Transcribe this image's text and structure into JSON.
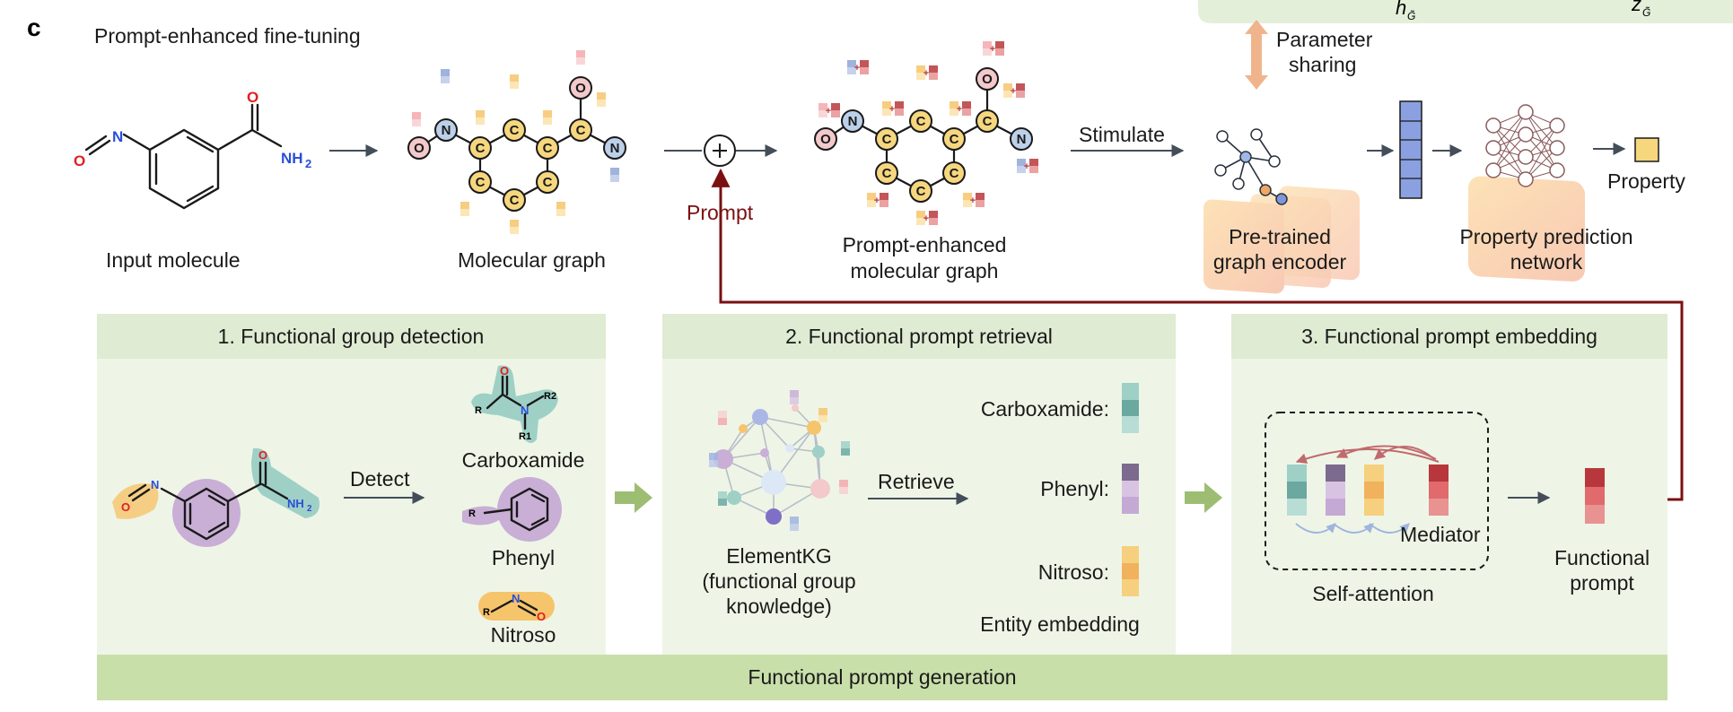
{
  "panel_letter": "c",
  "title": "Prompt-enhanced fine-tuning",
  "top": {
    "input_molecule_label": "Input molecule",
    "molecular_graph_label": "Molecular graph",
    "prompt_label": "Prompt",
    "prompt_enhanced_line1": "Prompt-enhanced",
    "prompt_enhanced_line2": "molecular graph",
    "stimulate_label": "Stimulate",
    "parameter_sharing_line1": "Parameter",
    "parameter_sharing_line2": "sharing",
    "encoder_line1": "Pre-trained",
    "encoder_line2": "graph encoder",
    "predictor_line1": "Property prediction",
    "predictor_line2": "network",
    "property_label": "Property",
    "h_label": "h",
    "z_label": "z",
    "subscript": "G̃"
  },
  "atoms": {
    "nitrogen": "N",
    "oxygen": "O",
    "carbon": "C",
    "nh2": "NH",
    "nh2_sub": "2",
    "r": "R",
    "r1": "R1",
    "r2": "R2"
  },
  "sections": {
    "detection": {
      "header": "1. Functional group detection",
      "detect_label": "Detect",
      "groups": [
        "Carboxamide",
        "Phenyl",
        "Nitroso"
      ]
    },
    "retrieval": {
      "header": "2. Functional prompt retrieval",
      "kg_line1": "ElementKG",
      "kg_line2": "(functional group",
      "kg_line3": "knowledge)",
      "retrieve_label": "Retrieve",
      "entities": [
        "Carboxamide:",
        "Phenyl:",
        "Nitroso:"
      ],
      "entity_embedding_label": "Entity embedding"
    },
    "embedding": {
      "header": "3. Functional prompt embedding",
      "mediator_label": "Mediator",
      "self_attention_label": "Self-attention",
      "output_line1": "Functional",
      "output_line2": "prompt"
    }
  },
  "footer": "Functional prompt generation",
  "colors": {
    "section_bg": "#eef5e6",
    "section_header_bg": "#dfebd2",
    "footer_bg": "#c9dfaa",
    "prompt_red": "#7a1010",
    "teal": "#9ed0c6",
    "purple": "#c9aed6",
    "orange": "#f6c46b",
    "red": "#d9585a",
    "blue": "#7f96d8",
    "big_arrow": "#9dbd73"
  }
}
